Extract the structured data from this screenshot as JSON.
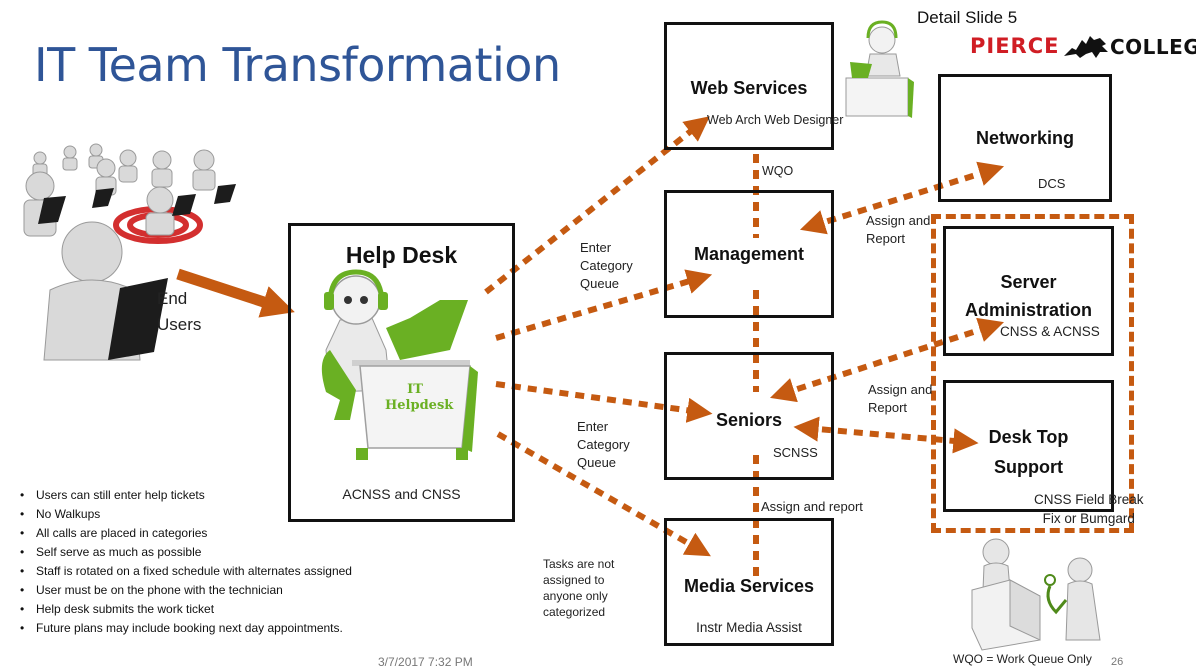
{
  "title": "IT Team Transformation",
  "detail": "Detail Slide 5",
  "logo": {
    "left": "PIERCE",
    "right": "COLLEGE"
  },
  "end_users": {
    "line1": "End",
    "line2": "Users"
  },
  "helpdesk": {
    "title": "Help Desk",
    "bottom": "ACNSS and CNSS",
    "desk_line1": "IT",
    "desk_line2": "Helpdesk"
  },
  "web_services": {
    "title": "Web Services",
    "sub": "Web Arch Web Designer"
  },
  "wqo_label": "WQO",
  "management": {
    "title": "Management"
  },
  "seniors": {
    "title": "Seniors",
    "sub": "SCNSS"
  },
  "media_services": {
    "title": "Media Services",
    "sub": "Instr Media Assist"
  },
  "networking": {
    "title": "Networking",
    "sub": "DCS"
  },
  "server_admin": {
    "title_line1": "Server",
    "title_line2": "Administration",
    "sub": "CNSS & ACNSS"
  },
  "desktop": {
    "title_line1": "Desk Top",
    "title_line2": "Support",
    "sub_line1": "CNSS Field Break",
    "sub_line2": "Fix or Bumgard"
  },
  "flow_labels": {
    "enter1": [
      "Enter",
      "Category",
      "Queue"
    ],
    "enter2": [
      "Enter",
      "Category",
      "Queue"
    ],
    "assign1": [
      "Assign and",
      "Report"
    ],
    "assign2": [
      "Assign and",
      "Report"
    ],
    "assign_report": "Assign and report",
    "tasks": [
      "Tasks are not",
      "assigned to",
      "anyone only",
      "categorized"
    ]
  },
  "bullets": [
    "Users can still enter help tickets",
    "No Walkups",
    "All calls are placed in categories",
    "Self serve as much as possible",
    "Staff is rotated on a fixed schedule with alternates assigned",
    "User must be on the phone with the  technician",
    "Help desk submits the work ticket",
    "Future plans may include booking  next day appointments."
  ],
  "footer": {
    "date": "3/7/2017 7:32 PM",
    "wqo_note": "WQO = Work Queue Only",
    "page": "26"
  },
  "colors": {
    "accent": "#c55a11",
    "title": "#2f5597",
    "robot": "#6ab023",
    "target": "#d32f2f"
  }
}
